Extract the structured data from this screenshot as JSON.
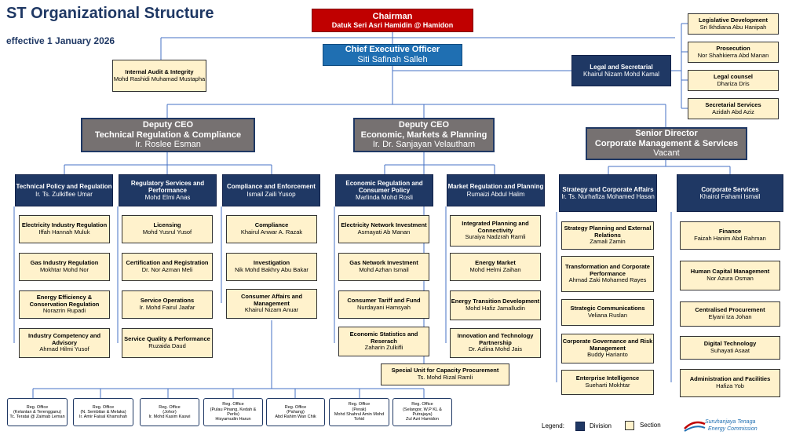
{
  "header": {
    "title": "ST Organizational Structure",
    "subtitle": "effective 1 January 2026"
  },
  "top": {
    "chairman": {
      "role": "Chairman",
      "name": "Datuk Seri Asri Hamidin @ Hamidon"
    },
    "ceo": {
      "role": "Chief Executive Officer",
      "name": "Siti Safinah Salleh"
    },
    "internal_audit": {
      "role": "Internal Audit & Integrity",
      "name": "Mohd Rashidi Muhamad Mustapha"
    },
    "legal": {
      "role": "Legal and Secretarial",
      "name": "Khairul Nizam Mohd Kamal"
    }
  },
  "legal_sections": [
    {
      "role": "Legislative Development",
      "name": "Sri Ikhdiana Abu Hanipah"
    },
    {
      "role": "Prosecution",
      "name": "Nor Shahkierra Abd Manan"
    },
    {
      "role": "Legal counsel",
      "name": "Dhariza Dris"
    },
    {
      "role": "Secretarial Services",
      "name": "Azidah Abd Aziz"
    }
  ],
  "deputies": [
    {
      "role": "Deputy CEO",
      "sub": "Technical Regulation & Compliance",
      "name": "Ir. Roslee Esman"
    },
    {
      "role": "Deputy CEO",
      "sub": "Economic, Markets & Planning",
      "name": "Ir. Dr. Sanjayan Velautham"
    },
    {
      "role": "Senior Director",
      "sub": "Corporate Management & Services",
      "name": "Vacant"
    }
  ],
  "divisions": [
    {
      "role": "Technical Policy and Regulation",
      "name": "Ir. Ts. Zulkiflee Umar",
      "sections": [
        {
          "role": "Electricity Industry Regulation",
          "name": "Iffah Hannah Muluk"
        },
        {
          "role": "Gas Industry Regulation",
          "name": "Mokhtar Mohd Nor"
        },
        {
          "role": "Energy Efficiency & Conservation Regulation",
          "name": "Norazrin Rupadi"
        },
        {
          "role": "Industry Competency and Advisory",
          "name": "Ahmad Hilmi Yusof"
        }
      ]
    },
    {
      "role": "Regulatory Services and Performance",
      "name": "Mohd Elmi Anas",
      "sections": [
        {
          "role": "Licensing",
          "name": "Mohd Yusrul Yusof"
        },
        {
          "role": "Certification and Registration",
          "name": "Dr. Nor Azman Meli"
        },
        {
          "role": "Service Operations",
          "name": "Ir. Mohd Fairul Jaafar"
        },
        {
          "role": "Service Quality & Performance",
          "name": "Ruzaida Daud"
        }
      ]
    },
    {
      "role": "Compliance and Enforcement",
      "name": "Ismail Zaili Yusop",
      "sections": [
        {
          "role": "Compliance",
          "name": "Khairul Anwar A. Razak"
        },
        {
          "role": "Investigation",
          "name": "Nik Mohd Bakhry Abu Bakar"
        },
        {
          "role": "Consumer Affairs and Management",
          "name": "Khairul Nizam Anuar"
        }
      ]
    },
    {
      "role": "Economic Regulation and Consumer Policy",
      "name": "Marlinda Mohd Rosli",
      "sections": [
        {
          "role": "Electricity Network Investment",
          "name": "Asmayati Ab Manan"
        },
        {
          "role": "Gas Network Investment",
          "name": "Mohd Azhan Ismail"
        },
        {
          "role": "Consumer Tariff and Fund",
          "name": "Nurdayani Hamsyah"
        },
        {
          "role": "Economic Statistics and Reserach",
          "name": "Zaharin Zulkifli"
        }
      ]
    },
    {
      "role": "Market Regulation and Planning",
      "name": "Rumaizi Abdul Halim",
      "sections": [
        {
          "role": "Integrated Planning and Connectivity",
          "name": "Suraiya Nadzrah Ramli"
        },
        {
          "role": "Energy Market",
          "name": "Mohd Helmi Zaihan"
        },
        {
          "role": "Energy Transition Development",
          "name": "Mohd Hafiz Jamalludin"
        },
        {
          "role": "Innovation and Technology Partnership",
          "name": "Dr. Azlina Mohd Jais"
        }
      ]
    },
    {
      "role": "Strategy and Corporate Affairs",
      "name": "Ir. Ts. Nurhafiza Mohamed Hasan",
      "sections": [
        {
          "role": "Strategy Planning and External Relations",
          "name": "Zamali Zamin"
        },
        {
          "role": "Transformation and Corporate Performance",
          "name": "Ahmad Zaki Mohamed Rayes"
        },
        {
          "role": "Strategic Communications",
          "name": "Veliana Ruslan"
        },
        {
          "role": "Corporate Governance and Risk Management",
          "name": "Buddy Harianto"
        },
        {
          "role": "Enterprise Intelligence",
          "name": "Sueharti Mokhtar"
        }
      ]
    },
    {
      "role": "Corporate Services",
      "name": "Khairol Fahami Ismail",
      "sections": [
        {
          "role": "Finance",
          "name": "Faizah Hanim Abd Rahman"
        },
        {
          "role": "Human Capital Management",
          "name": "Nor Azura Osman"
        },
        {
          "role": "Centralised Procurement",
          "name": "Elyani Iza Johan"
        },
        {
          "role": "Digital Technology",
          "name": "Suhayati Asaat"
        },
        {
          "role": "Administration and Facilities",
          "name": "Hafiza Yob"
        }
      ]
    }
  ],
  "special_unit": {
    "role": "Special Unit for Capacity Procurement",
    "name": "Ts. Mohd Rizal Ramli"
  },
  "regional_offices": [
    {
      "role": "Reg. Office",
      "area": "(Kelantan & Terengganu)",
      "name": "Tc. Teratai @ Zaimab Leman"
    },
    {
      "role": "Reg. Office",
      "area": "(N. Sembilan & Melaka)",
      "name": "Ir. Amir Faisal Khamshah"
    },
    {
      "role": "Reg. Office",
      "area": "(Johor)",
      "name": "Ir. Mohd Kasim Kaswi"
    },
    {
      "role": "Reg. Office",
      "area": "(Pulau Pinang, Kedah & Perlis)",
      "name": "Hisyamudin Harun"
    },
    {
      "role": "Reg. Office",
      "area": "(Pahang)",
      "name": "Abd Rahim Wan Chik"
    },
    {
      "role": "Reg. Office",
      "area": "(Perak)",
      "name": "Mohd Shahrul Amin Mohd Tohid"
    },
    {
      "role": "Reg. Office",
      "area": "(Selangor, W.P KL & Putrajaya)",
      "name": "Zul Azri Hamidon"
    }
  ],
  "legend": {
    "label": "Legend:",
    "division": "Division",
    "section": "Section"
  },
  "logo": {
    "line1": "Suruhanjaya Tenaga",
    "line2": "Energy Commission"
  },
  "colors": {
    "division": "#1f3864",
    "section": "#fff2cc",
    "chairman": "#c00000",
    "ceo": "#1f6fb2",
    "deputy": "#767171"
  }
}
